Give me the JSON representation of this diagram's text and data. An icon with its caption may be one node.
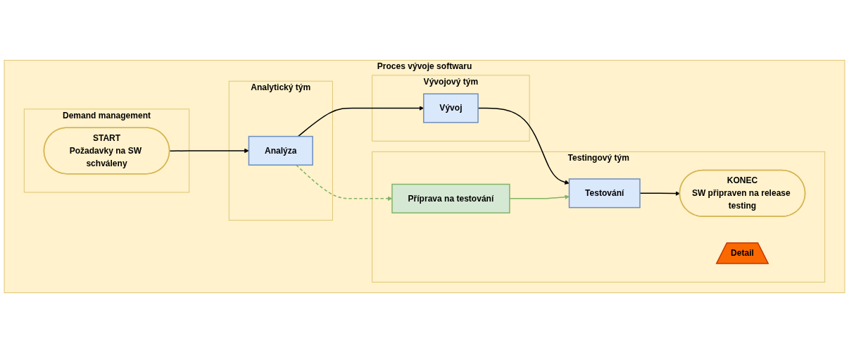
{
  "diagram": {
    "nodes": [
      {
        "text": [
          "Proces vývoje softwaru"
        ]
      },
      {
        "text": [
          "Demand management"
        ],
        "in": 0
      },
      {
        "text": [
          "Analytický tým"
        ],
        "in": 0
      },
      {
        "text": [
          "Vývojový tým"
        ],
        "in": 0
      },
      {
        "text": [
          "Testingový tým"
        ],
        "in": 0
      },
      {
        "text": [
          "START",
          "Požadavky na SW schváleny"
        ],
        "in": 1
      },
      {
        "text": [
          "Analýza"
        ],
        "in": 2
      },
      {
        "text": [
          "Vývoj"
        ],
        "in": 3
      },
      {
        "text": [
          "Příprava na testování"
        ],
        "in": 4
      },
      {
        "text": [
          "Detail"
        ],
        "in": 4
      },
      {
        "text": [
          "Testování"
        ],
        "in": 4
      },
      {
        "text": [
          "KONEC",
          "SW připraven na release testing"
        ],
        "in": 4
      }
    ],
    "edges": [
      {
        "from": 5,
        "to": 6,
        "arrow": "to"
      },
      {
        "from": 6,
        "to": 7,
        "arrow": "to"
      },
      {
        "from": 7,
        "to": 10,
        "arrow": "to"
      },
      {
        "from": 6,
        "to": 8,
        "arrow": "to",
        "style": "dashed",
        "color": "#82b366"
      },
      {
        "from": 8,
        "to": 10,
        "arrow": "to",
        "color": "#82b366"
      },
      {
        "from": 10,
        "to": 11,
        "arrow": "to"
      }
    ]
  }
}
